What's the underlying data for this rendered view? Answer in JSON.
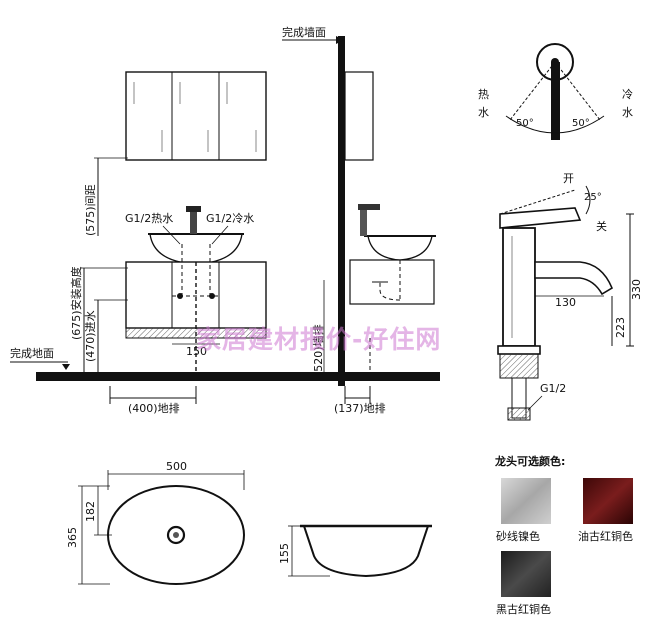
{
  "labels": {
    "finished_wall": "完成墙面",
    "finished_floor": "完成地面",
    "hot_water_pipe": "G1/2热水",
    "cold_water_pipe": "G1/2冷水",
    "spacing": "(575)间距",
    "install_height": "(675)安装高度",
    "water_inlet": "(470)进水",
    "spacing_150": "150",
    "floor_drain_400": "(400)地排",
    "wall_drain": "(520)墙排",
    "floor_drain_137": "(137)地排",
    "hot": "热水",
    "cold": "冷水",
    "angle_left": "50°",
    "angle_right": "50°",
    "open": "开",
    "close": "关",
    "lever_angle": "25°",
    "spout_reach": "130",
    "faucet_total": "330",
    "faucet_body": "223",
    "thread": "G1/2",
    "basin_width": "500",
    "basin_depth": "365",
    "basin_half": "182",
    "basin_height": "155",
    "colors_title": "龙头可选颜色:",
    "watermark": "家居建材报价-好住网"
  },
  "colors": {
    "finish_1": {
      "name": "砂线镍色",
      "hex": "#b9b9b9"
    },
    "finish_2": {
      "name": "油古红铜色",
      "hex": "#5a1414"
    },
    "finish_3": {
      "name": "黑古红铜色",
      "hex": "#2e2e2e"
    }
  }
}
